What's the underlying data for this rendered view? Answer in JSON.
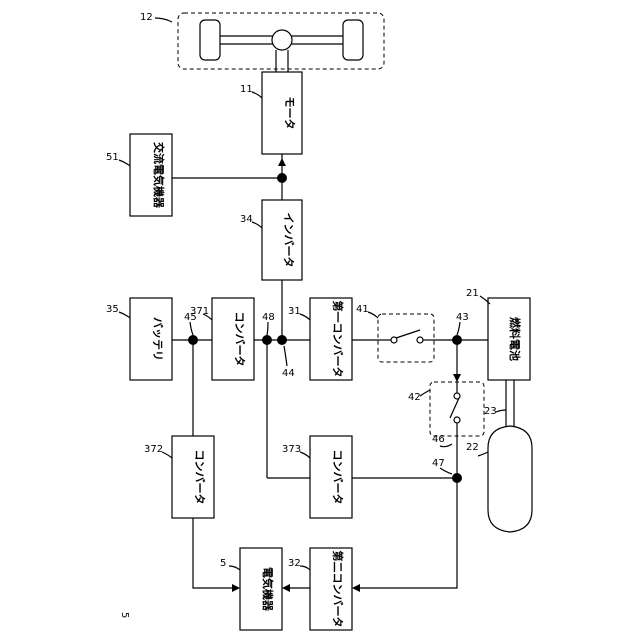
{
  "blocks": {
    "wheels": {
      "ref": "12"
    },
    "motor": {
      "ref": "11",
      "label": "モータ"
    },
    "ac_device": {
      "ref": "51",
      "label": "交流電気機器"
    },
    "inverter": {
      "ref": "34",
      "label": "インバータ"
    },
    "battery": {
      "ref": "35",
      "label": "バッテリ"
    },
    "converter_371": {
      "ref": "371",
      "label": "コンバータ"
    },
    "first_converter": {
      "ref": "31",
      "label": "第一コンバータ"
    },
    "fuel_cell": {
      "ref": "21",
      "label": "燃料電池"
    },
    "tank": {
      "ref": "22"
    },
    "pipe": {
      "ref": "23"
    },
    "converter_372": {
      "ref": "372",
      "label": "コンバータ"
    },
    "converter_373": {
      "ref": "373",
      "label": "コンバータ"
    },
    "electric_device": {
      "ref": "5",
      "label": "電気機器"
    },
    "second_converter": {
      "ref": "32",
      "label": "第二コンバータ"
    },
    "switch_41": {
      "ref": "41"
    },
    "switch_42": {
      "ref": "42"
    }
  },
  "nodes": {
    "n43": "43",
    "n44": "44",
    "n45": "45",
    "n46": "46",
    "n47": "47",
    "n48": "48"
  },
  "figure_ref": "5"
}
